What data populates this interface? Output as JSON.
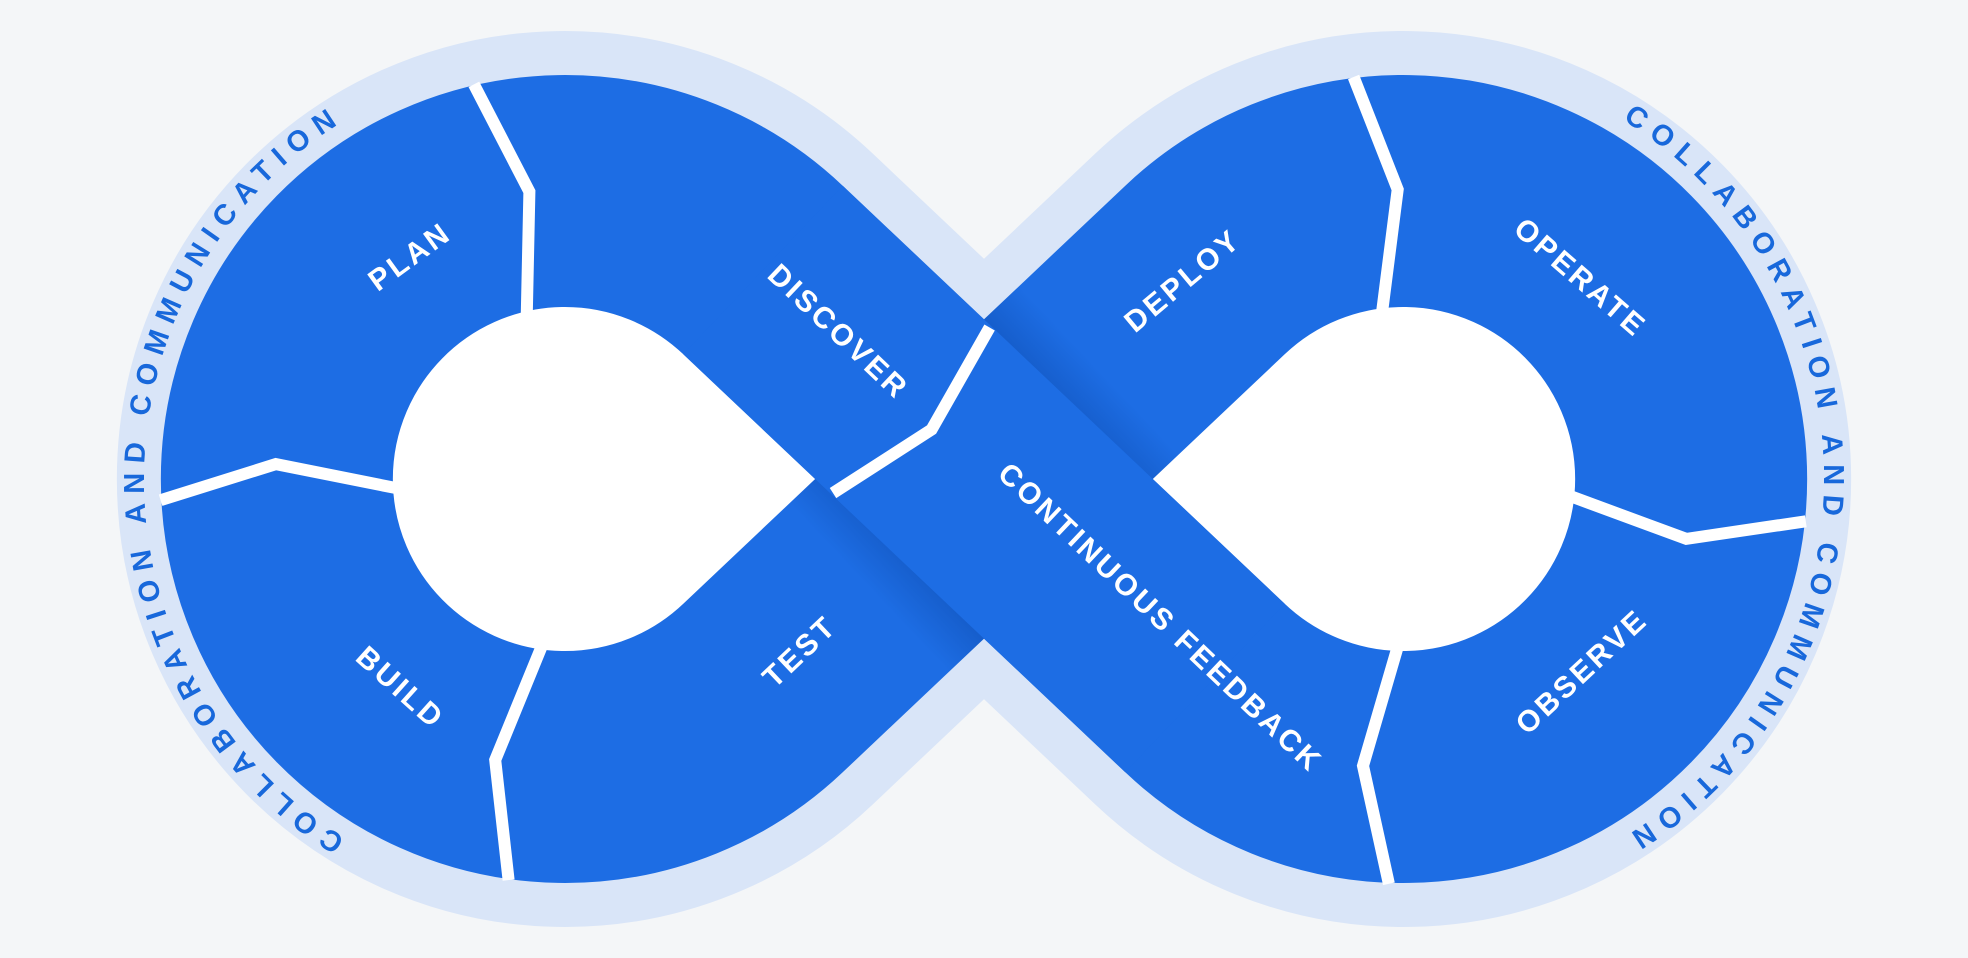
{
  "diagram": {
    "outer_ring_label_left": "COLLABORATION AND COMMUNICATION",
    "outer_ring_label_right": "COLLABORATION AND COMMUNICATION",
    "segments": {
      "discover": "DISCOVER",
      "plan": "PLAN",
      "build": "BUILD",
      "test": "TEST",
      "deploy": "DEPLOY",
      "operate": "OPERATE",
      "observe": "OBSERVE",
      "continuous_feedback": "CONTINUOUS FEEDBACK"
    },
    "colors": {
      "background": "#F4F6F8",
      "halo": "#D9E5F8",
      "band": "#1D6DE4",
      "band_shadow": "#0B46A6",
      "segment_text": "#FFFFFF",
      "outer_text": "#1868DB"
    }
  }
}
